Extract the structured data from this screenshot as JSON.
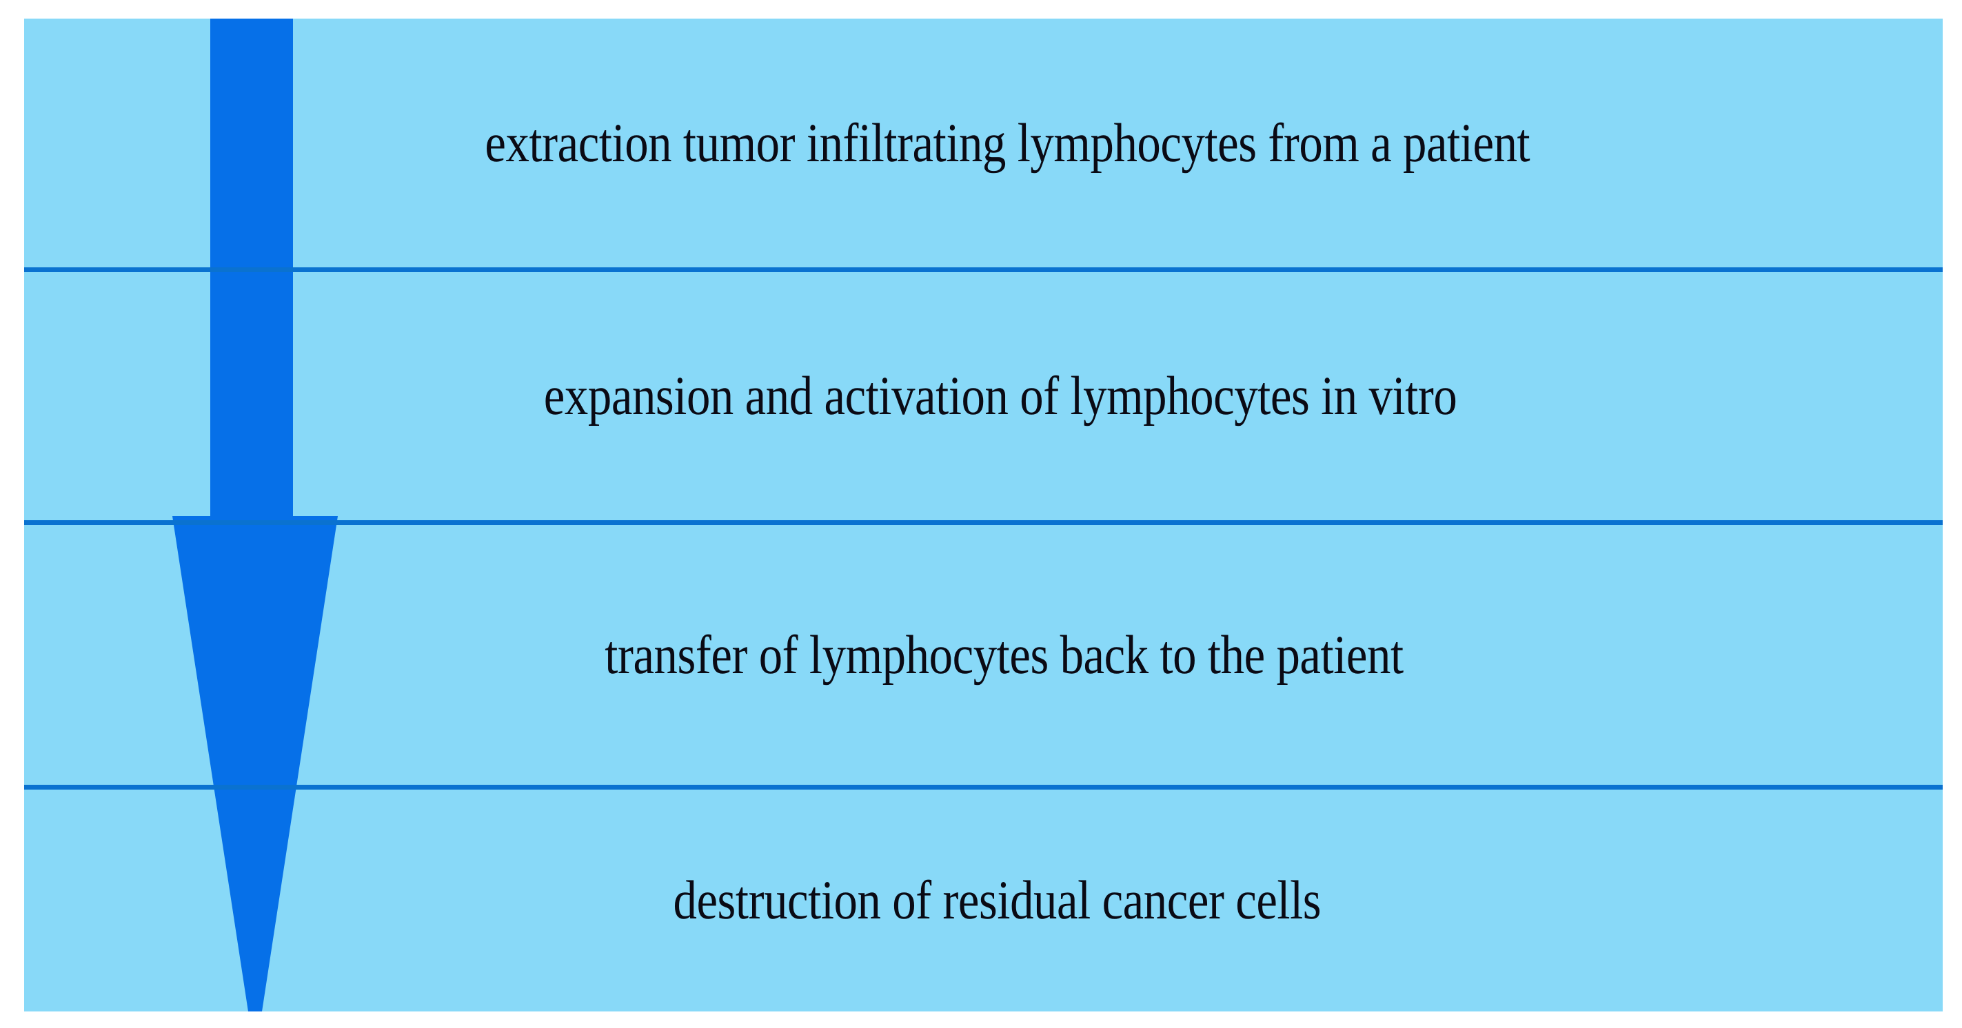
{
  "diagram": {
    "type": "vertical-flow",
    "title": "",
    "orientation": "top-to-bottom",
    "arrow": {
      "name": "downward-process-arrow",
      "direction": "down",
      "color": "#0670E8"
    },
    "colors": {
      "panel_background": "#88D9F8",
      "divider": "#0A72D0",
      "arrow": "#0670E8",
      "text": "#0A0A14",
      "page_background": "#FFFFFF"
    },
    "stages": [
      {
        "id": "stage-1",
        "label": "extraction tumor infiltrating lymphocytes from a patient"
      },
      {
        "id": "stage-2",
        "label": "expansion and activation of lymphocytes in vitro"
      },
      {
        "id": "stage-3",
        "label": "transfer of lymphocytes back to the patient"
      },
      {
        "id": "stage-4",
        "label": "destruction of residual cancer cells"
      }
    ]
  }
}
